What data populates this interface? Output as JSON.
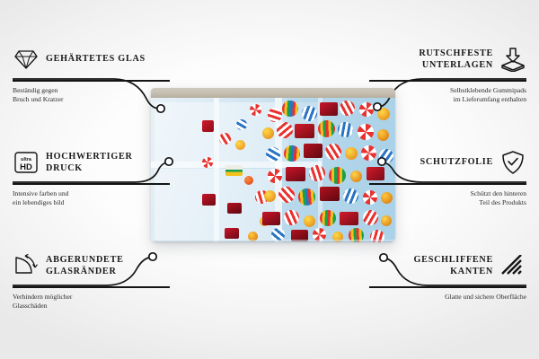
{
  "product": {
    "name": "glass-cutting-board",
    "image_subject": "colorful wrapped candies on light blue background",
    "board_edge_color": "#c4bdb0",
    "board_face_color": "#bcdaec"
  },
  "features": {
    "left": [
      {
        "icon": "diamond-icon",
        "title": "GEHÄRTETES\nGLAS",
        "desc": "Beständig gegen\nBruch und Kratzer"
      },
      {
        "icon": "ultra-hd-icon",
        "title": "HOCHWERTIGER\nDRUCK",
        "desc": "Intensive farben und\nein lebendiges bild"
      },
      {
        "icon": "rounded-corner-icon",
        "title": "ABGERUNDETE\nGLASRÄNDER",
        "desc": "Verhindern möglicher\nGlasschäden"
      }
    ],
    "right": [
      {
        "icon": "anti-slip-pad-icon",
        "title": "RUTSCHFESTE\nUNTERLAGEN",
        "desc": "Selbstklebende Gummipads\nim Lieferumfang enthalten"
      },
      {
        "icon": "shield-check-icon",
        "title": "SCHUTZFOLIE",
        "desc": "Schützt den hinteren\nTeil des Produkts"
      },
      {
        "icon": "diagonal-lines-icon",
        "title": "GESCHLIFFENE\nKANTEN",
        "desc": "Glatte und sichere Oberfläche"
      }
    ]
  },
  "icon_labels": {
    "ultra": "ultra",
    "hd": "HD"
  }
}
